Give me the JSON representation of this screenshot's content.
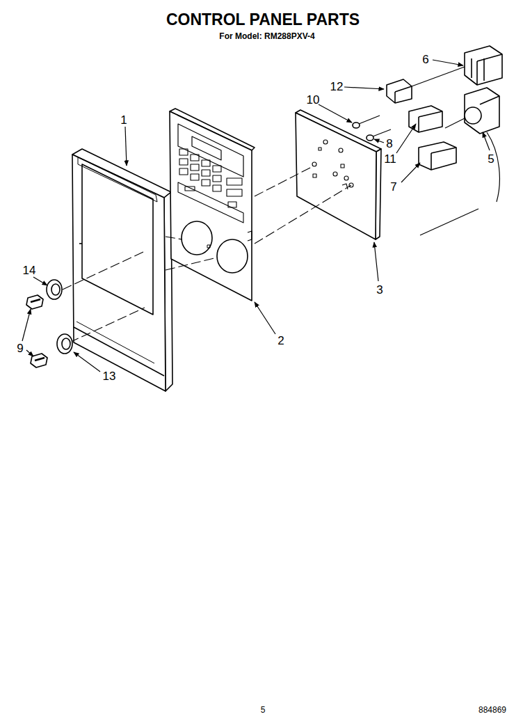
{
  "diagram": {
    "title": "CONTROL PANEL PARTS",
    "labels": [
      "For Model: RM288PXV-4",
      "6",
      "12",
      "10",
      "8",
      "11",
      "5",
      "7",
      "1",
      "3",
      "14",
      "2",
      "9",
      "13",
      "5",
      "884869"
    ]
  }
}
